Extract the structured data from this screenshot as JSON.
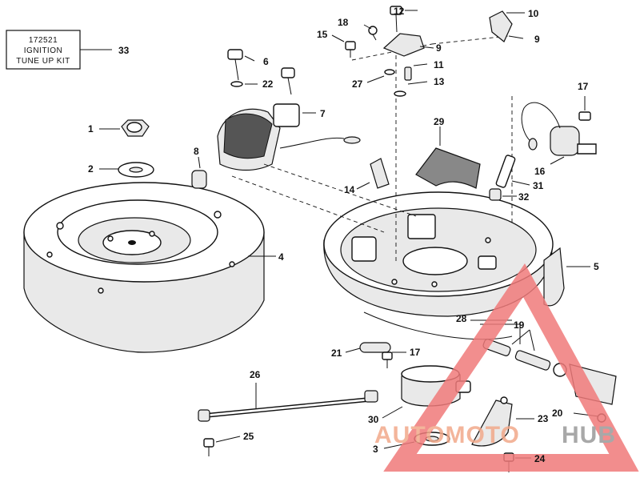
{
  "kit_box": {
    "lines": [
      "172521",
      "IGNITION",
      "TUNE UP KIT"
    ]
  },
  "callouts": [
    {
      "id": "c33",
      "n": "33"
    },
    {
      "id": "c12",
      "n": "12"
    },
    {
      "id": "c10",
      "n": "10"
    },
    {
      "id": "c18",
      "n": "18"
    },
    {
      "id": "c15",
      "n": "15"
    },
    {
      "id": "c9a",
      "n": "9"
    },
    {
      "id": "c9b",
      "n": "9"
    },
    {
      "id": "c6",
      "n": "6"
    },
    {
      "id": "c11",
      "n": "11"
    },
    {
      "id": "c22",
      "n": "22"
    },
    {
      "id": "c27",
      "n": "27"
    },
    {
      "id": "c13",
      "n": "13"
    },
    {
      "id": "c17a",
      "n": "17"
    },
    {
      "id": "c7",
      "n": "7"
    },
    {
      "id": "c1",
      "n": "1"
    },
    {
      "id": "c29",
      "n": "29"
    },
    {
      "id": "c8",
      "n": "8"
    },
    {
      "id": "c2",
      "n": "2"
    },
    {
      "id": "c16",
      "n": "16"
    },
    {
      "id": "c31",
      "n": "31"
    },
    {
      "id": "c14",
      "n": "14"
    },
    {
      "id": "c32",
      "n": "32"
    },
    {
      "id": "c4",
      "n": "4"
    },
    {
      "id": "c5",
      "n": "5"
    },
    {
      "id": "c28",
      "n": "28"
    },
    {
      "id": "c19",
      "n": "19"
    },
    {
      "id": "c21",
      "n": "21"
    },
    {
      "id": "c17b",
      "n": "17"
    },
    {
      "id": "c26",
      "n": "26"
    },
    {
      "id": "c20",
      "n": "20"
    },
    {
      "id": "c30",
      "n": "30"
    },
    {
      "id": "c23",
      "n": "23"
    },
    {
      "id": "c25",
      "n": "25"
    },
    {
      "id": "c3",
      "n": "3"
    },
    {
      "id": "c24",
      "n": "24"
    }
  ],
  "watermark": {
    "word_a": "AUTOMOTO",
    "word_b": "HUB",
    "color_a": "#f2a98a",
    "color_b": "#9a9a9a",
    "triangle_color": "#f07a7a"
  }
}
